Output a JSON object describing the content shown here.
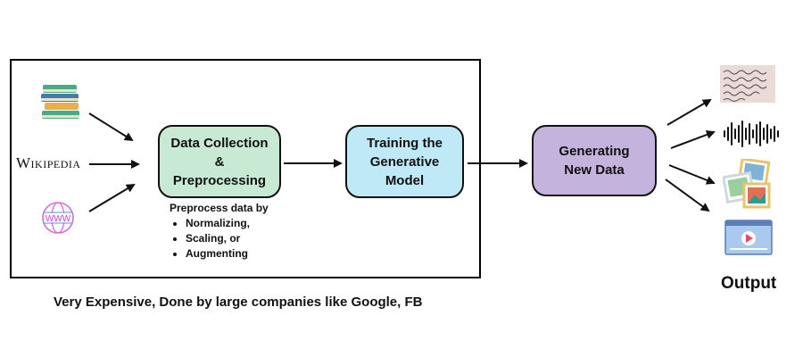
{
  "sources": {
    "books": "books-icon",
    "wikipedia": "Wikipedia",
    "web": "www-globe-icon"
  },
  "nodes": {
    "collect": [
      "Data Collection",
      "&",
      "Preprocessing"
    ],
    "train": [
      "Training the",
      "Generative",
      "Model"
    ],
    "generate": [
      "Generating",
      "New Data"
    ]
  },
  "preprocess": {
    "title": "Preprocess data by",
    "items": [
      "Normalizing,",
      "Scaling, or",
      "Augmenting"
    ]
  },
  "caption": "Very Expensive, Done by large companies like Google, FB",
  "outputs": {
    "label": "Output",
    "icons": [
      "handwritten-text-icon",
      "sound-wave-icon",
      "images-icon",
      "video-player-icon"
    ]
  },
  "colors": {
    "collect": "#c8ead5",
    "train": "#bfe9f6",
    "generate": "#c4b3dc"
  }
}
